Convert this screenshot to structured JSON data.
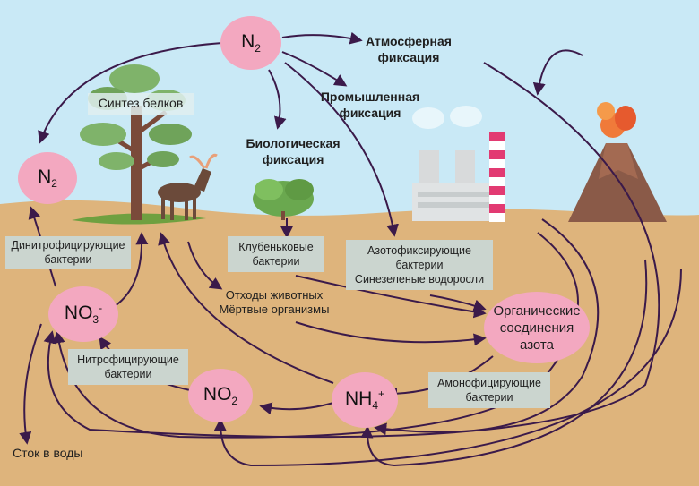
{
  "nodes": {
    "n2_top": {
      "base": "N",
      "sub": "2",
      "sup": ""
    },
    "n2_left": {
      "base": "N",
      "sub": "2",
      "sup": ""
    },
    "no3": {
      "base": "NO",
      "sub": "3",
      "sup": "-"
    },
    "no2": {
      "base": "NO",
      "sub": "2",
      "sup": ""
    },
    "nh4": {
      "base": "NH",
      "sub": "4",
      "sup": "+"
    },
    "organic": {
      "line1": "Органические",
      "line2": "соединения",
      "line3": "азота"
    }
  },
  "labels": {
    "atmospheric": {
      "line1": "Атмосферная",
      "line2": "фиксация"
    },
    "industrial": {
      "line1": "Промышленная",
      "line2": "фиксация"
    },
    "biological": {
      "line1": "Биологическая",
      "line2": "фиксация"
    },
    "protein_synthesis": "Синтез белков",
    "waste": {
      "line1": "Отходы животных",
      "line2": "Мёртвые организмы"
    },
    "runoff": "Сток в воды"
  },
  "boxes": {
    "denitrifying": {
      "line1": "Динитрофицирующие",
      "line2": "бактерии"
    },
    "nodule": {
      "line1": "Клубеньковые",
      "line2": "бактерии"
    },
    "nitrogen_fixing": {
      "line1": "Азотофиксирующие",
      "line2": "бактерии",
      "line3": "Синезеленые водоросли"
    },
    "nitrifying": {
      "line1": "Нитрофицирующие",
      "line2": "бактерии"
    },
    "ammonifying": {
      "line1": "Амонофицирующие",
      "line2": "бактерии"
    }
  },
  "colors": {
    "sky": "#c9e9f6",
    "soil": "#deb47c",
    "node_pink": "#f3a8c0",
    "arrow": "#3b1a4a",
    "box_gray": "#cbd5cf"
  },
  "icons": [
    "tree-icon",
    "deer-icon",
    "bush-icon",
    "factory-icon",
    "volcano-icon"
  ]
}
